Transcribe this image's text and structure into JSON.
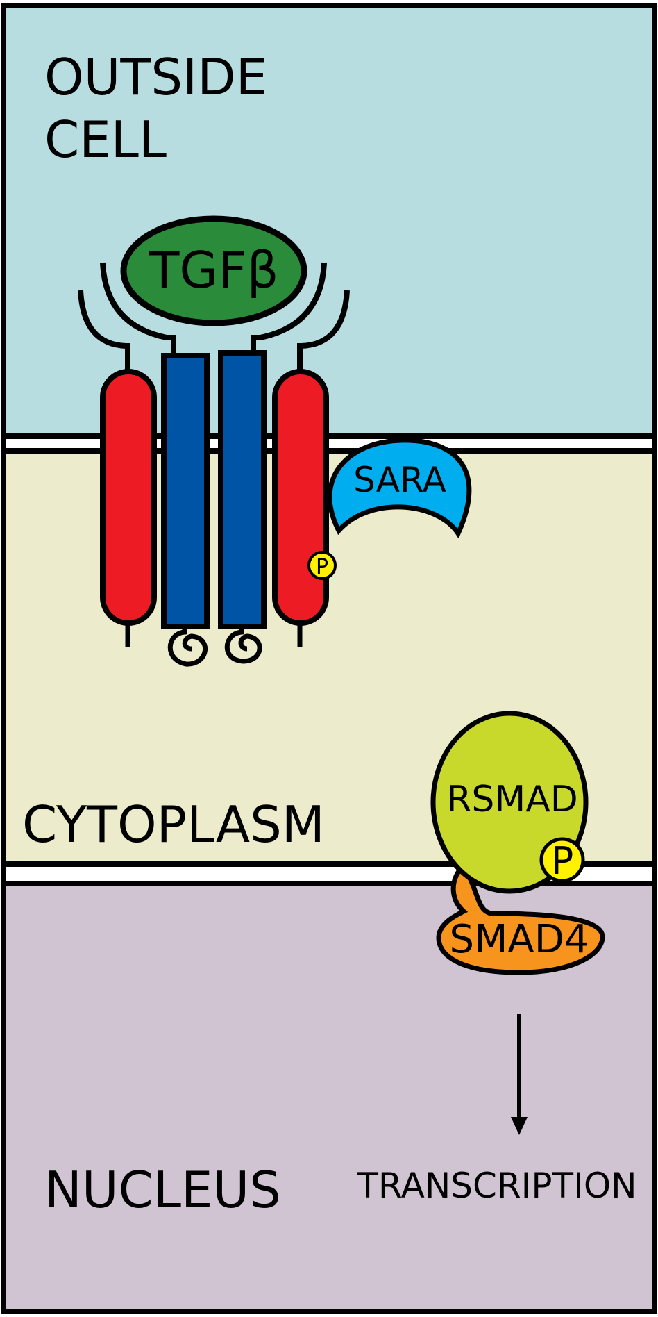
{
  "regions": {
    "outside": {
      "line1": "OUTSIDE",
      "line2": "CELL",
      "color": "#b8dde1"
    },
    "cytoplasm": {
      "label": "CYTOPLASM",
      "color": "#ecebcc"
    },
    "nucleus": {
      "label": "NUCLEUS",
      "color": "#d0c4d2"
    }
  },
  "molecules": {
    "ligand": {
      "label": "TGFβ",
      "color": "#2a8c3b"
    },
    "sara": {
      "label": "SARA",
      "color": "#00adee"
    },
    "rsmad": {
      "label": "RSMAD",
      "color": "#c9d92c"
    },
    "smad4": {
      "label": "SMAD4",
      "color": "#f7941d"
    },
    "phospho_small": {
      "label": "P",
      "color": "#fff200"
    },
    "phospho_large": {
      "label": "P",
      "color": "#fff200"
    }
  },
  "receptors": {
    "type1_color": "#ed1c24",
    "type2_color": "#0054a6"
  },
  "output": {
    "label": "TRANSCRIPTION"
  }
}
